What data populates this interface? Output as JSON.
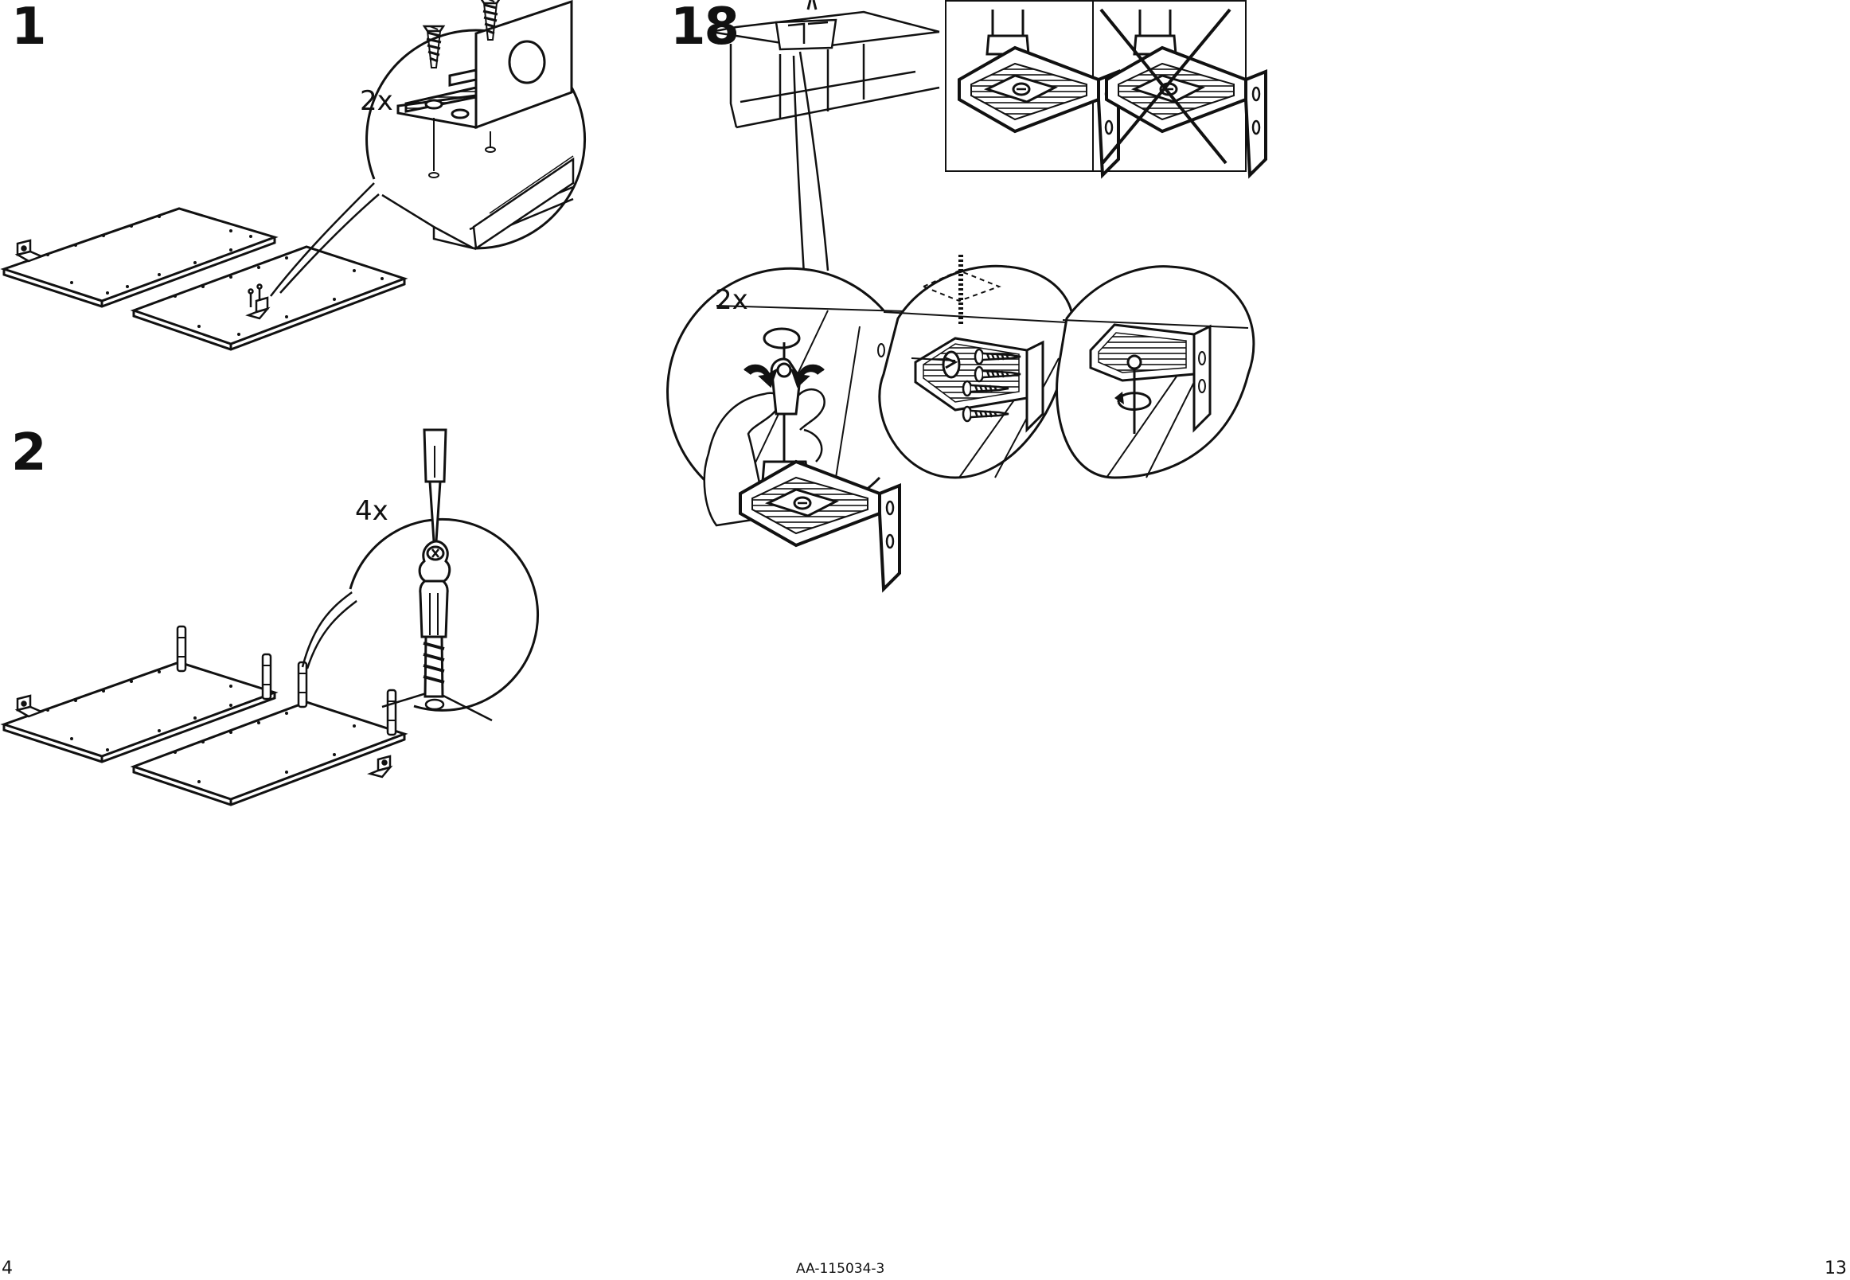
{
  "steps": [
    {
      "number": "1",
      "quantity": "2x"
    },
    {
      "number": "2",
      "quantity": "4x"
    },
    {
      "number": "18",
      "quantity": "2x"
    }
  ],
  "footer": {
    "left_page": "4",
    "doc_code": "AA-115034-3",
    "right_page": "13"
  }
}
